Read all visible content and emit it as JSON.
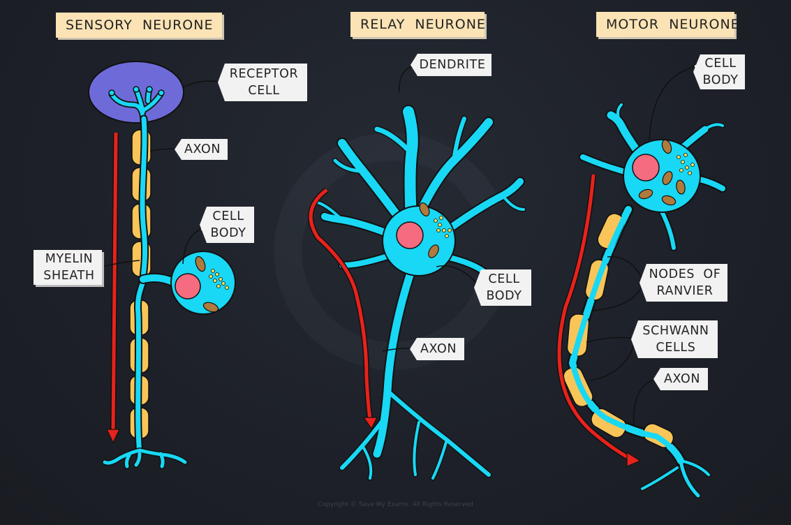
{
  "titles": {
    "sensory": "SENSORY  NEURONE",
    "relay": "RELAY  NEURONE",
    "motor": "MOTOR  NEURONE"
  },
  "labels": {
    "receptor_cell": [
      "RECEPTOR",
      "CELL"
    ],
    "sensory_axon": [
      "AXON"
    ],
    "sensory_cell_body": [
      "CELL",
      "BODY"
    ],
    "myelin_sheath": [
      "MYELIN",
      "SHEATH"
    ],
    "dendrite": [
      "DENDRITE"
    ],
    "relay_cell_body": [
      "CELL",
      "BODY"
    ],
    "relay_axon": [
      "AXON"
    ],
    "motor_cell_body": [
      "CELL",
      "BODY"
    ],
    "nodes_of_ranvier": [
      "NODES  OF",
      "RANVIER"
    ],
    "schwann_cells": [
      "SCHWANN",
      "CELLS"
    ],
    "motor_axon": [
      "AXON"
    ]
  },
  "copyright": "Copyright © Save My Exams. All Rights Reserved",
  "colors": {
    "neurone": "#18d8f5",
    "nucleus": "#f56b7f",
    "myelin": "#f9c559",
    "receptor": "#6e6bd9",
    "arrow": "#e8221c",
    "label_bg": "#f2f2f2",
    "title_bg": "#fbe3b5"
  }
}
